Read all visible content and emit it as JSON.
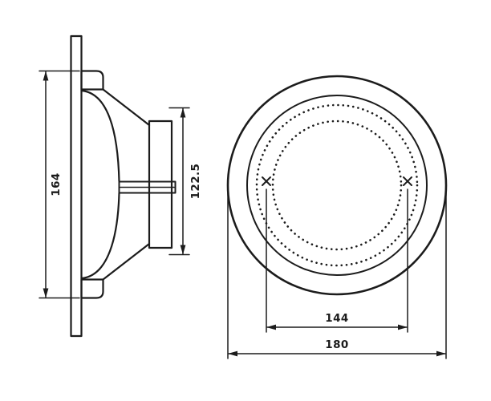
{
  "drawing": {
    "ink_color": "#1c1c1c",
    "background_color": "#ffffff",
    "views": {
      "side_view": "speaker-cross-section",
      "front_view": "speaker-front-circles"
    },
    "dims": {
      "d164": "164",
      "d1225": "122.5",
      "d144": "144",
      "d180": "180"
    }
  }
}
